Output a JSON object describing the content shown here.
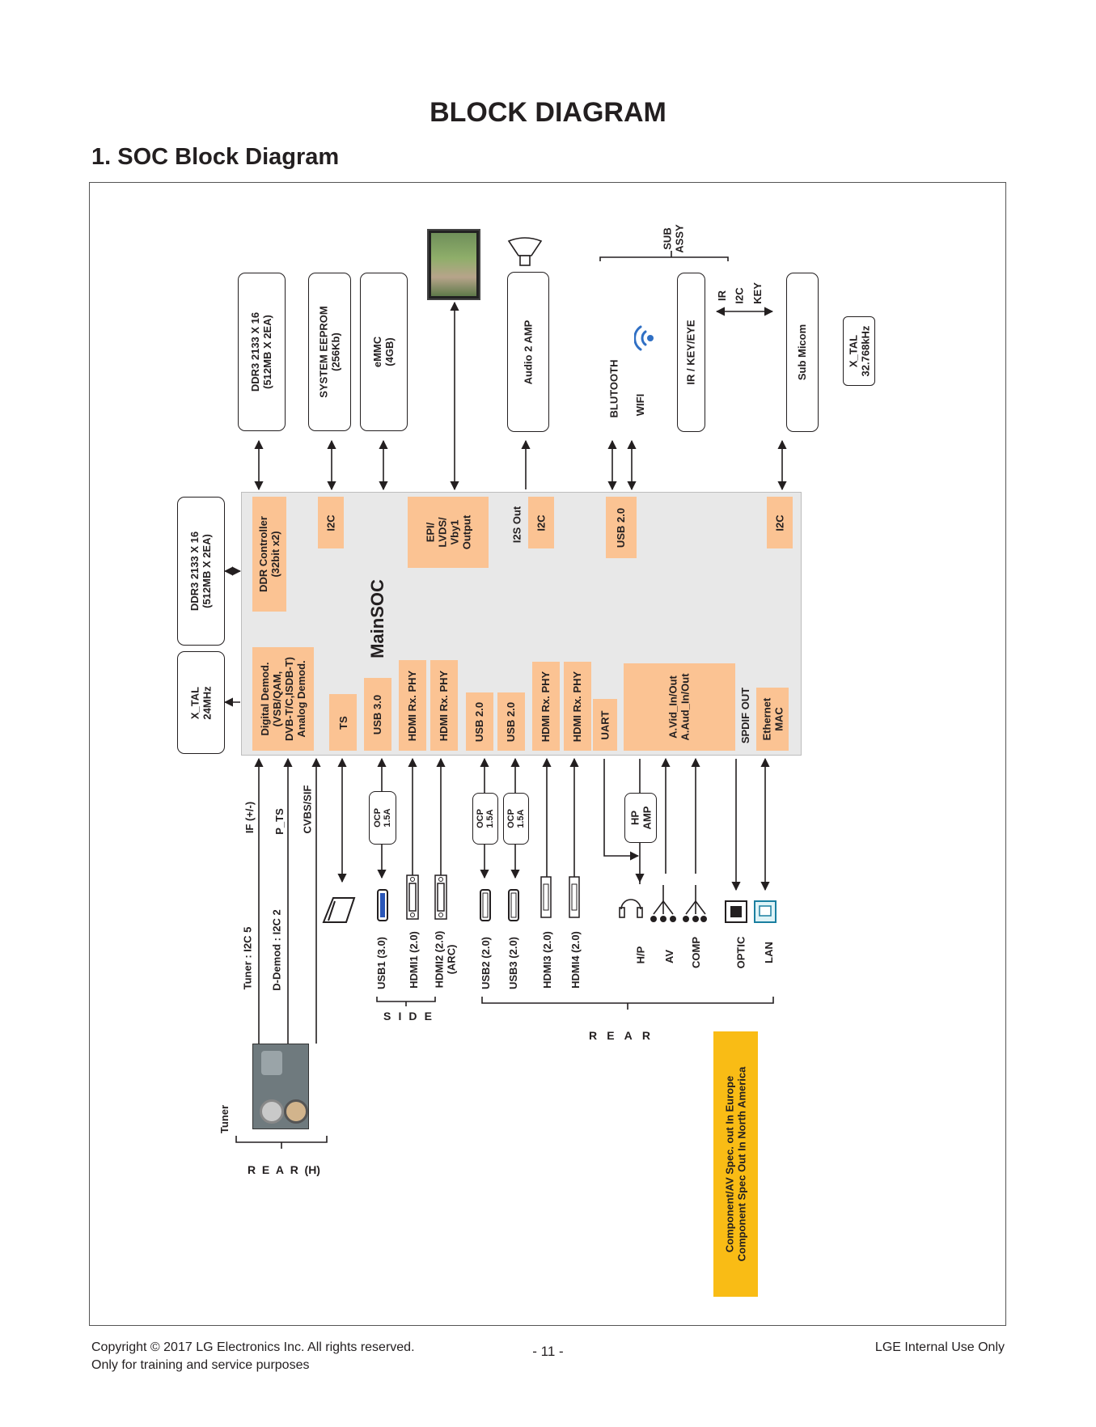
{
  "title": "BLOCK DIAGRAM",
  "subtitle": "1. SOC Block Diagram",
  "footer": {
    "copyright": "Copyright © 2017 LG Electronics Inc. All rights reserved.",
    "purpose": "Only for training and service purposes",
    "page_number": "- 11 -",
    "internal": "LGE Internal Use Only"
  },
  "top_blocks": {
    "ddr_top_line1": "DDR3  2133 X 16",
    "ddr_top_line2": "(512MB X 2EA)",
    "eeprom_line1": "SYSTEM EEPROM",
    "eeprom_line2": "(256Kb)",
    "emmc_line1": "eMMC",
    "emmc_line2": "(4GB)",
    "audio_amp": "Audio 2 AMP",
    "bluetooth": "BLUTOOTH",
    "wifi": "WIFI",
    "ir_key_eye": "IR / KEY/EYE",
    "sub_assy_line1": "SUB",
    "sub_assy_line2": "ASSY",
    "ir": "IR",
    "i2c": "I2C",
    "key": "KEY",
    "sub_micom": "Sub Micom",
    "xtal_32_line1": "X_TAL",
    "xtal_32_line2": "32.768kHz"
  },
  "left_blocks": {
    "ddr_left_line1": "DDR3 2133 X 16",
    "ddr_left_line2": "(512MB X 2EA)",
    "xtal_24_line1": "X_TAL",
    "xtal_24_line2": "24MHz"
  },
  "soc": {
    "label": "MainSOC",
    "ddr_ctrl_line1": "DDR Controller",
    "ddr_ctrl_line2": "(32bit x2)",
    "i2c_1": "I2C",
    "epi_line1": "EPI/",
    "epi_line2": "LVDS/",
    "epi_line3": "Vby1",
    "epi_line4": "Output",
    "i2s_out": "I2S Out",
    "i2c_2": "I2C",
    "usb20_top": "USB 2.0",
    "i2c_3": "I2C",
    "demod_line1": "Digital Demod.",
    "demod_line2": "(VSB/QAM,",
    "demod_line3": "DVB-T/C,ISDB-T)",
    "demod_line4": "Analog Demod.",
    "ts": "TS",
    "usb30": "USB 3.0",
    "hdmi_rx_1": "HDMI Rx. PHY",
    "hdmi_rx_2": "HDMI Rx. PHY",
    "usb20_a": "USB 2.0",
    "usb20_b": "USB 2.0",
    "hdmi_rx_3": "HDMI Rx. PHY",
    "hdmi_rx_4": "HDMI Rx. PHY",
    "uart": "UART",
    "avout_line1": "A.Vid_In/Out",
    "avout_line2": "A.Aud_In/Out",
    "spdif_out": "SPDIF OUT",
    "eth_line1": "Ethernet",
    "eth_line2": "MAC"
  },
  "signals": {
    "if": "IF (+/-)",
    "p_ts": "P_TS",
    "cvbs_sif": "CVBS/SIF",
    "ocp_a_line1": "OCP",
    "ocp_a_line2": "1.5A",
    "ocp_b_line1": "OCP",
    "ocp_b_line2": "1.5A",
    "ocp_c_line1": "OCP",
    "ocp_c_line2": "1.5A",
    "hp_amp_line1": "HP",
    "hp_amp_line2": "AMP"
  },
  "ports": {
    "tuner_i2c": "Tuner : I2C 5",
    "ddemod_i2c": "D-Demod : I2C 2",
    "usb1": "USB1 (3.0)",
    "hdmi1": "HDMI1 (2.0)",
    "hdmi2_line1": "HDMI2 (2.0)",
    "hdmi2_line2": "(ARC)",
    "usb2": "USB2 (2.0)",
    "usb3": "USB3 (2.0)",
    "hdmi3": "HDMI3 (2.0)",
    "hdmi4": "HDMI4 (2.0)",
    "hp": "H/P",
    "av": "AV",
    "comp": "COMP",
    "optic": "OPTIC",
    "lan": "LAN",
    "side_letters": [
      "S",
      "I",
      "D",
      "E"
    ],
    "rear_letters": [
      "R",
      "E",
      "A",
      "R"
    ],
    "tuner_rear_letters": [
      "R",
      "E",
      "A",
      "R",
      "(H)"
    ],
    "tuner": "Tuner"
  },
  "note": {
    "line1": "Component/AV Spec. out In Europe",
    "line2": "Component Spec Out In North America"
  },
  "colors": {
    "soc_fill": "#e8e8e8",
    "block_fill": "#fbc393",
    "note_fill": "#f9bc15",
    "wifi_icon": "#2f6fc4"
  }
}
